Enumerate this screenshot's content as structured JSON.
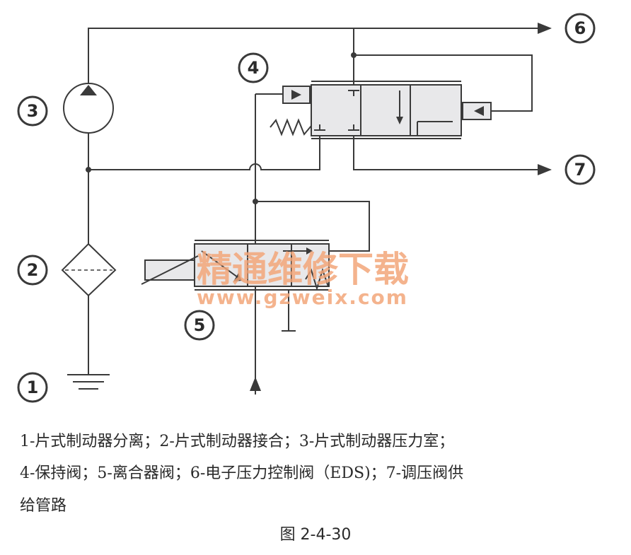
{
  "diagram": {
    "labels": {
      "n1": "1",
      "n2": "2",
      "n3": "3",
      "n4": "4",
      "n5": "5",
      "n6": "6",
      "n7": "7"
    },
    "watermark": {
      "cn": "精通维修下载",
      "url": "www.gzweix.com"
    },
    "colors": {
      "line": "#3a3a3a",
      "valve_fill": "#e8e8ea",
      "watermark": "#f2a679"
    }
  },
  "caption": {
    "line1": "1-片式制动器分离；2-片式制动器接合；3-片式制动器压力室；",
    "line2": "4-保持阀；5-离合器阀；6-电子压力控制阀（EDS)；7-调压阀供",
    "line3": "给管路"
  },
  "figure": {
    "number": "图 2-4-30"
  }
}
